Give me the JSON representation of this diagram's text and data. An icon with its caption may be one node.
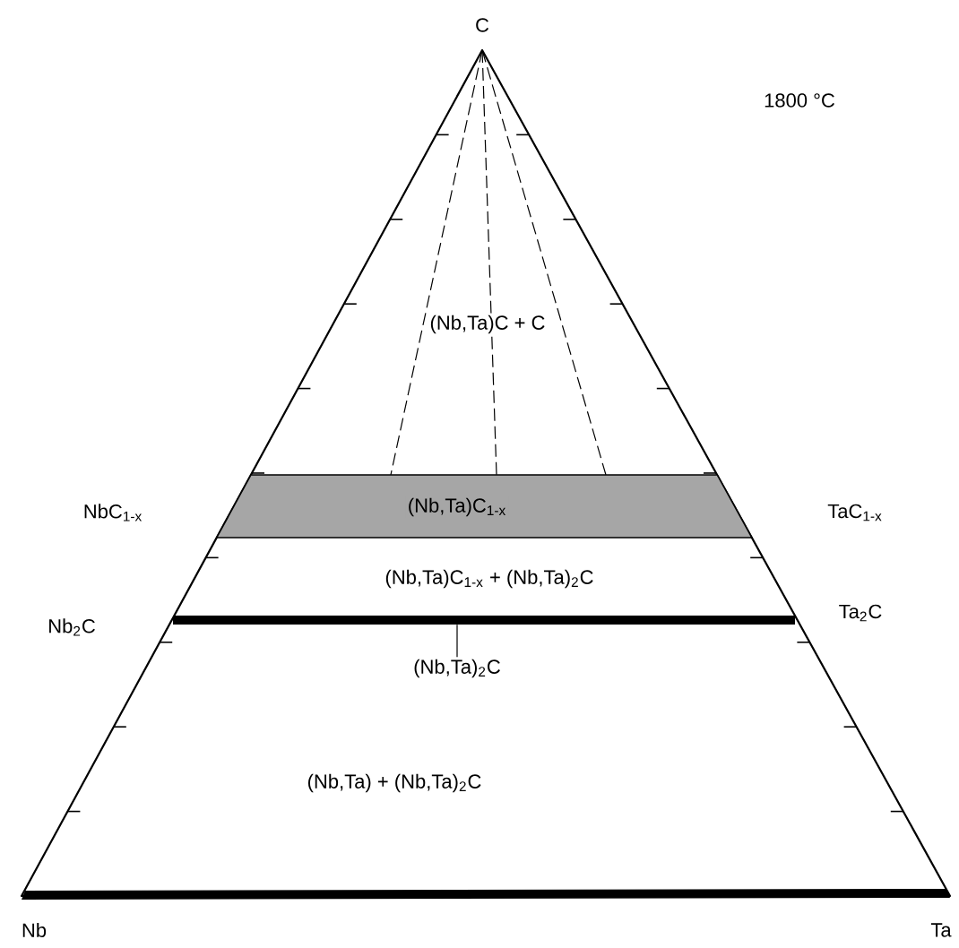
{
  "diagram": {
    "nodes": [
      {
        "text": [
          "(Nb,Ta)$_{2}$C"
        ]
      },
      {
        "text": [],
        "shape": "bar"
      }
    ],
    "edges": [
      {
        "from": 0,
        "to": 1,
        "arrow": "none"
      }
    ],
    "labels": [
      "C",
      "1800 °C",
      "(Nb,Ta)C + C",
      "NbC$_{1-x}$",
      "(Nb,Ta)C$_{1-x}$",
      "TaC$_{1-x}$",
      "(Nb,Ta)C$_{1-x}$ + (Nb,Ta)$_{2}$C",
      "Nb$_{2}$C",
      "Ta$_{2}$C",
      "(Nb,Ta) + (Nb,Ta)$_{2}$C",
      "Nb",
      "Ta"
    ]
  }
}
